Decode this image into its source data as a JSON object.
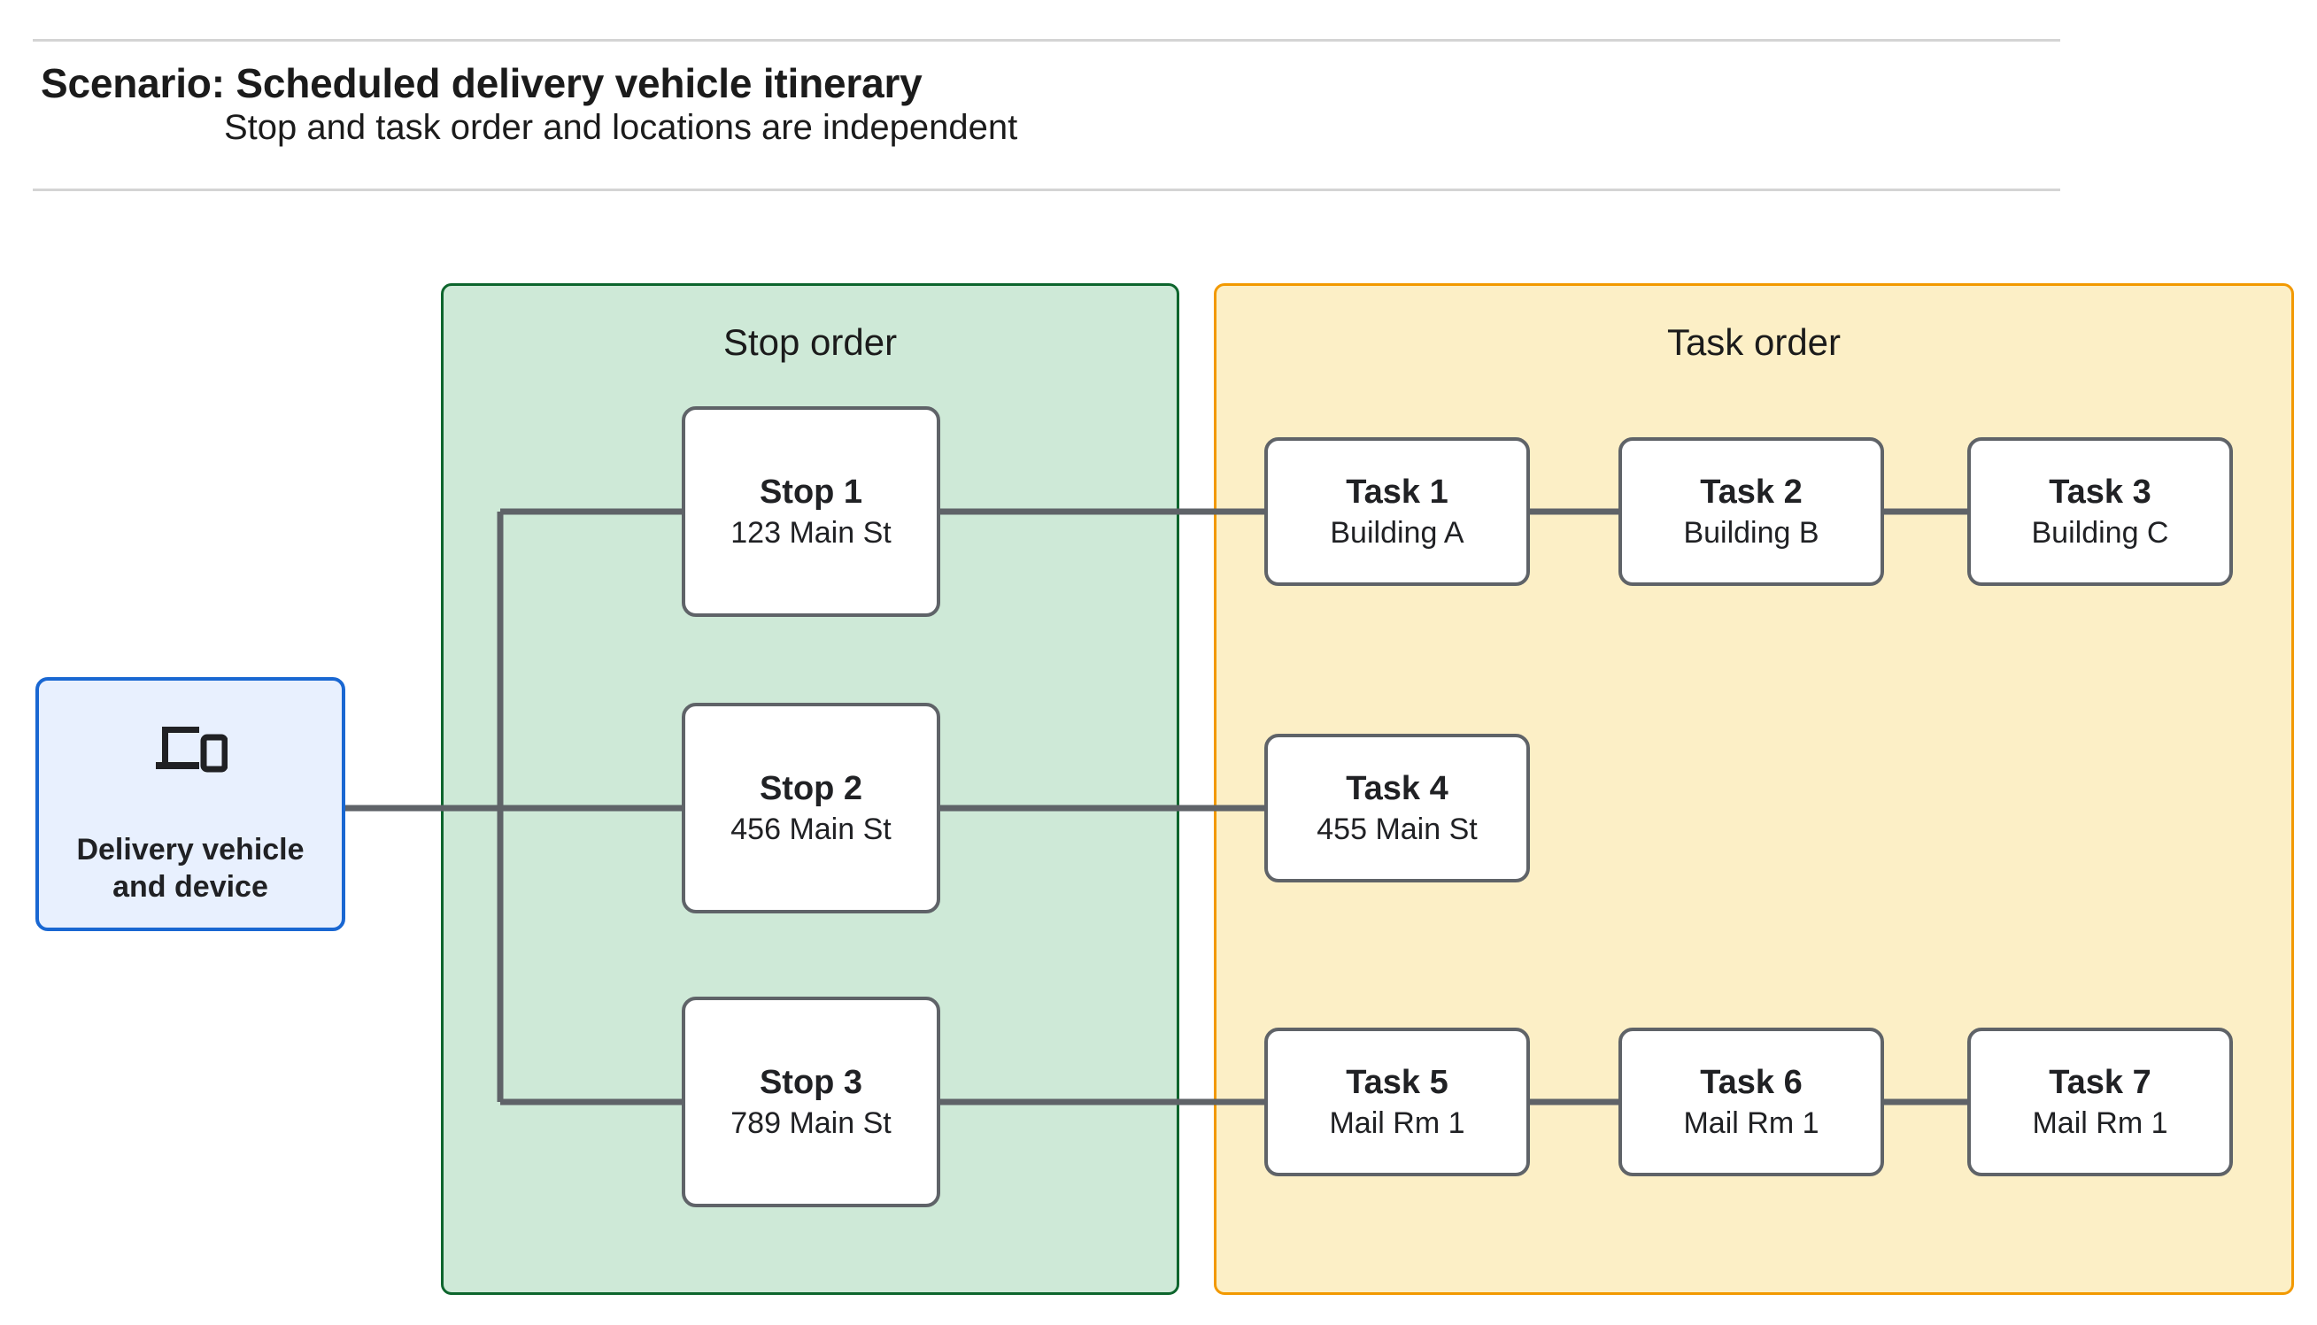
{
  "header": {
    "title": "Scenario: Scheduled delivery vehicle itinerary",
    "subtitle": "Stop and task order and locations are independent"
  },
  "vehicle": {
    "icon": "devices-icon",
    "label_line1": "Delivery vehicle",
    "label_line2": "and device"
  },
  "lanes": {
    "stop_order": {
      "title": "Stop order",
      "fill": "#cee9d7",
      "border": "#0d652d"
    },
    "task_order": {
      "title": "Task order",
      "fill": "#fcefc6",
      "border": "#f29900"
    }
  },
  "stops": [
    {
      "title": "Stop 1",
      "address": "123 Main St"
    },
    {
      "title": "Stop 2",
      "address": "456 Main St"
    },
    {
      "title": "Stop 3",
      "address": "789 Main St"
    }
  ],
  "task_rows": [
    [
      {
        "title": "Task 1",
        "location": "Building A"
      },
      {
        "title": "Task 2",
        "location": "Building B"
      },
      {
        "title": "Task 3",
        "location": "Building C"
      }
    ],
    [
      {
        "title": "Task 4",
        "location": "455 Main St"
      }
    ],
    [
      {
        "title": "Task 5",
        "location": "Mail Rm 1"
      },
      {
        "title": "Task 6",
        "location": "Mail Rm 1"
      },
      {
        "title": "Task 7",
        "location": "Mail Rm 1"
      }
    ]
  ],
  "colors": {
    "connector": "#5f6368",
    "node_border": "#5f6368",
    "vehicle_fill": "#e8f0fe",
    "vehicle_border": "#1967d2",
    "rule": "#d4d4d4",
    "text": "#202124"
  }
}
